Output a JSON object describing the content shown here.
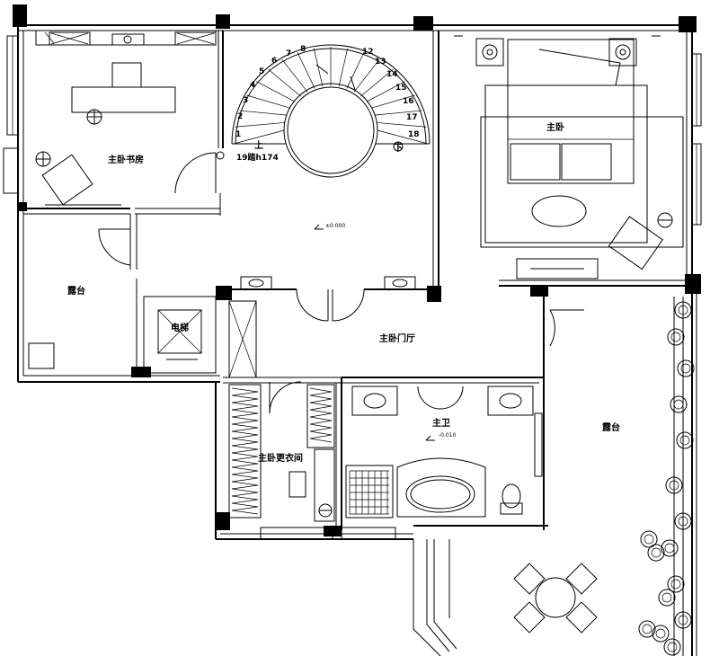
{
  "rooms": {
    "study": "主卧书房",
    "master_bedroom": "主卧",
    "terrace_left": "露台",
    "elevator": "电梯",
    "foyer": "主卧门厅",
    "master_bath": "主卫",
    "closet": "主卧更衣间",
    "terrace_right": "露台"
  },
  "stair": {
    "note": "19踏h174",
    "up": "上",
    "down": "下",
    "steps_left": [
      "1",
      "2",
      "3",
      "4",
      "5",
      "6",
      "7",
      "8"
    ],
    "steps_right": [
      "12",
      "13",
      "14",
      "15",
      "16",
      "17",
      "18"
    ]
  },
  "levels": {
    "foyer": "±0.000",
    "bath": "-0.010"
  }
}
